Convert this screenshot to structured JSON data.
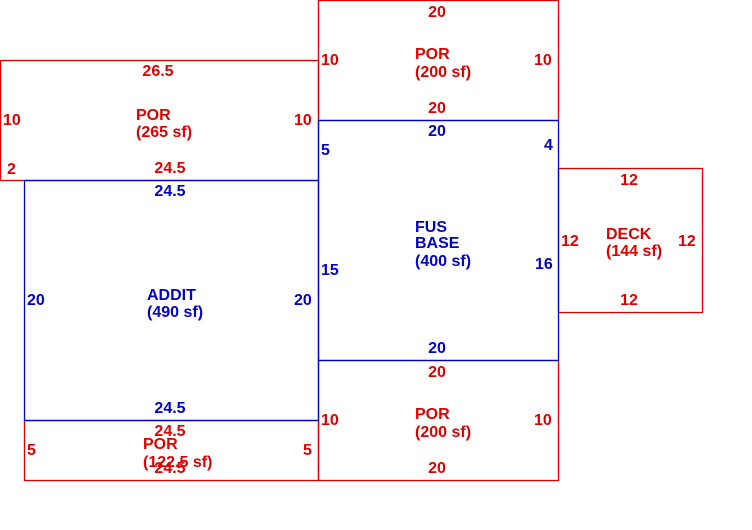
{
  "colors": {
    "porch": "#e00000",
    "main": "#0000cc",
    "background": "#ffffff"
  },
  "areas": {
    "por_left": {
      "name": "POR",
      "area": "(265 sf)",
      "top": "26.5",
      "left": "10",
      "right": "10",
      "bottom": "24.5",
      "corner": "2"
    },
    "por_top": {
      "name": "POR",
      "area": "(200 sf)",
      "top": "20",
      "left": "10",
      "right": "10",
      "bottom": "20"
    },
    "fus_base": {
      "name_line1": "FUS",
      "name_line2": "BASE",
      "area": "(400 sf)",
      "top": "20",
      "left_upper": "5",
      "left_lower": "15",
      "right_upper": "4",
      "right_lower": "16",
      "bottom": "20"
    },
    "addit": {
      "name": "ADDIT",
      "area": "(490 sf)",
      "top": "24.5",
      "left": "20",
      "right": "20",
      "bottom": "24.5"
    },
    "deck": {
      "name": "DECK",
      "area": "(144 sf)",
      "top": "12",
      "left": "12",
      "right": "12",
      "bottom": "12"
    },
    "por_bottom": {
      "name": "POR",
      "area": "(200 sf)",
      "top": "20",
      "left": "10",
      "right": "10",
      "bottom": "20"
    },
    "por_small": {
      "name": "POR",
      "area": "(122.5 sf)",
      "top": "24.5",
      "left": "5",
      "right": "5",
      "bottom": "24.5"
    }
  }
}
